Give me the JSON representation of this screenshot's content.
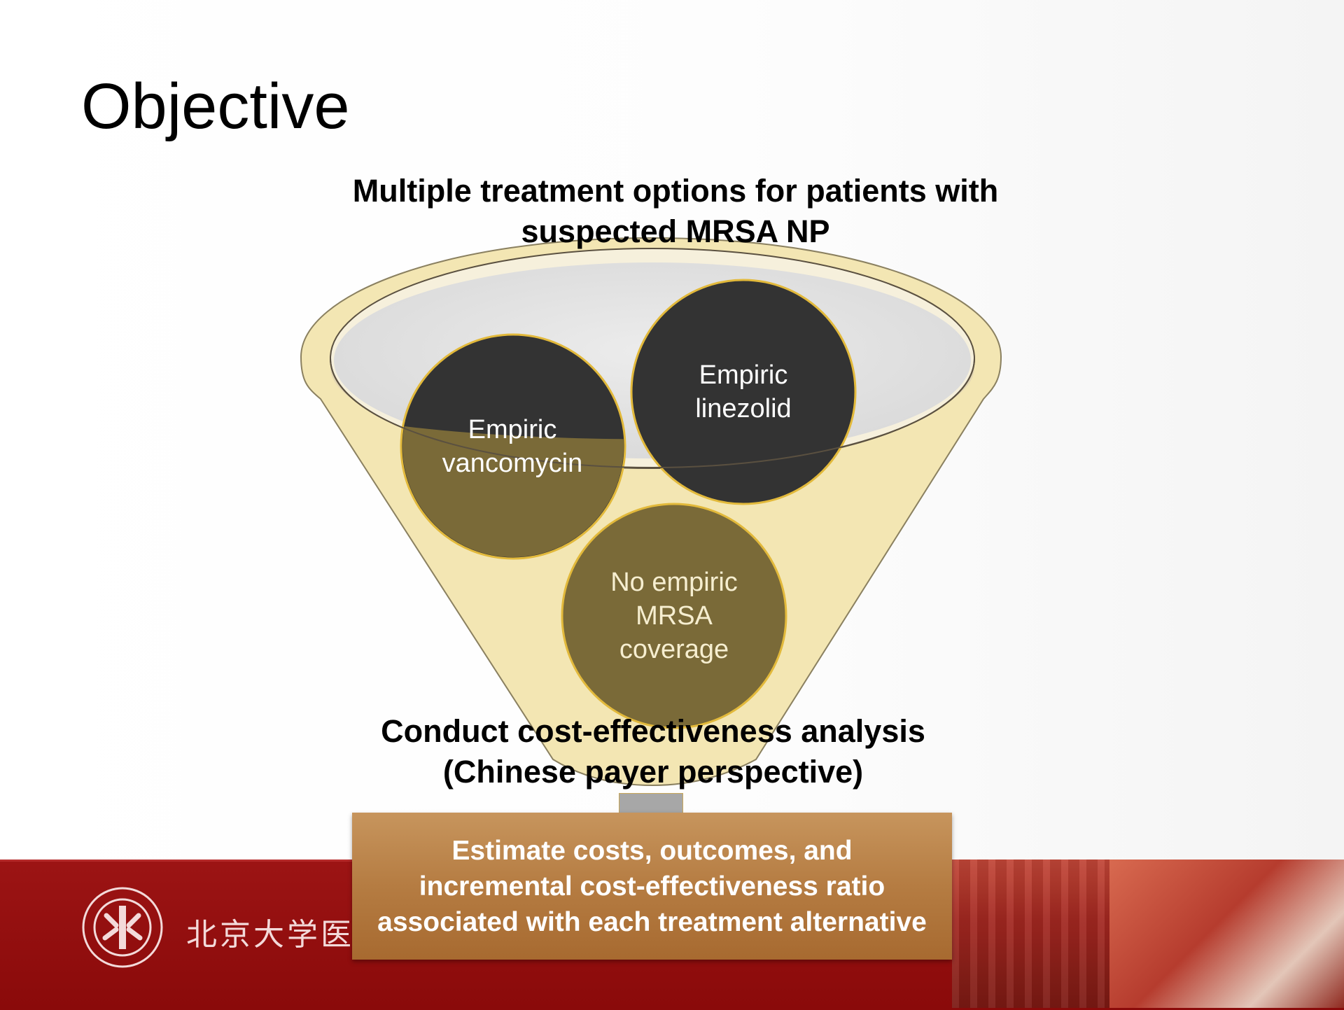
{
  "slide": {
    "title": "Objective",
    "top_caption": "Multiple treatment options for patients with suspected MRSA NP",
    "bottom_caption_line1": "Conduct cost-effectiveness analysis",
    "bottom_caption_line2": "(Chinese payer perspective)",
    "result_text": "Estimate costs, outcomes, and incremental cost-effectiveness ratio associated with each treatment alternative"
  },
  "circles": [
    {
      "id": "vancomycin",
      "label_line1": "Empiric",
      "label_line2": "vancomycin"
    },
    {
      "id": "linezolid",
      "label_line1": "Empiric",
      "label_line2": "linezolid"
    },
    {
      "id": "none",
      "label_line1": "No empiric",
      "label_line2": "MRSA",
      "label_line3": "coverage"
    }
  ],
  "footer": {
    "institution_text": "北京大学医药"
  },
  "colors": {
    "funnel_fill": "#f3e6b3",
    "funnel_stroke": "#8a8060",
    "circle_dark": "#333333",
    "circle_olive": "#7a6a38",
    "circle_border": "#e2b93b",
    "result_box": "#b57c42",
    "footer_red": "#8a0a0a"
  }
}
